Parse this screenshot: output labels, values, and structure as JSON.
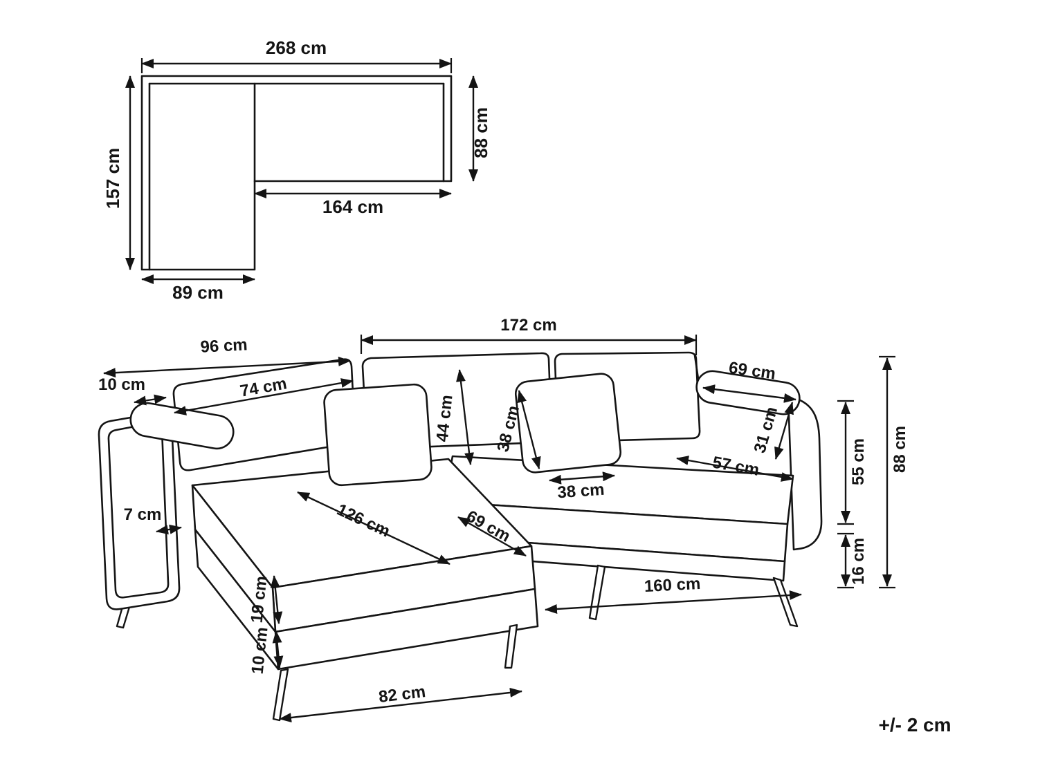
{
  "top_view": {
    "total_width": "268 cm",
    "left_depth": "157 cm",
    "right_depth": "88 cm",
    "right_section_width": "164 cm",
    "chaise_width": "89 cm"
  },
  "sofa_view": {
    "back_section_width": "172 cm",
    "chaise_back_width": "96 cm",
    "arm_back_gap": "10 cm",
    "back_cushion_width": "74 cm",
    "back_cushion_height": "44 cm",
    "pillow_height": "38 cm",
    "pillow_width": "38 cm",
    "armrest_length": "69 cm",
    "armrest_drop": "31 cm",
    "seat_depth": "57 cm",
    "seat_height": "55 cm",
    "ground_clearance": "16 cm",
    "total_height": "88 cm",
    "arm_panel_thickness": "7 cm",
    "chaise_seat_length": "126 cm",
    "seat_section_width": "69 cm",
    "seat_cushion_thickness": "19 cm",
    "base_frame_height": "10 cm",
    "chaise_front_width": "82 cm",
    "front_section_width": "160 cm"
  },
  "tolerance": "+/- 2 cm"
}
